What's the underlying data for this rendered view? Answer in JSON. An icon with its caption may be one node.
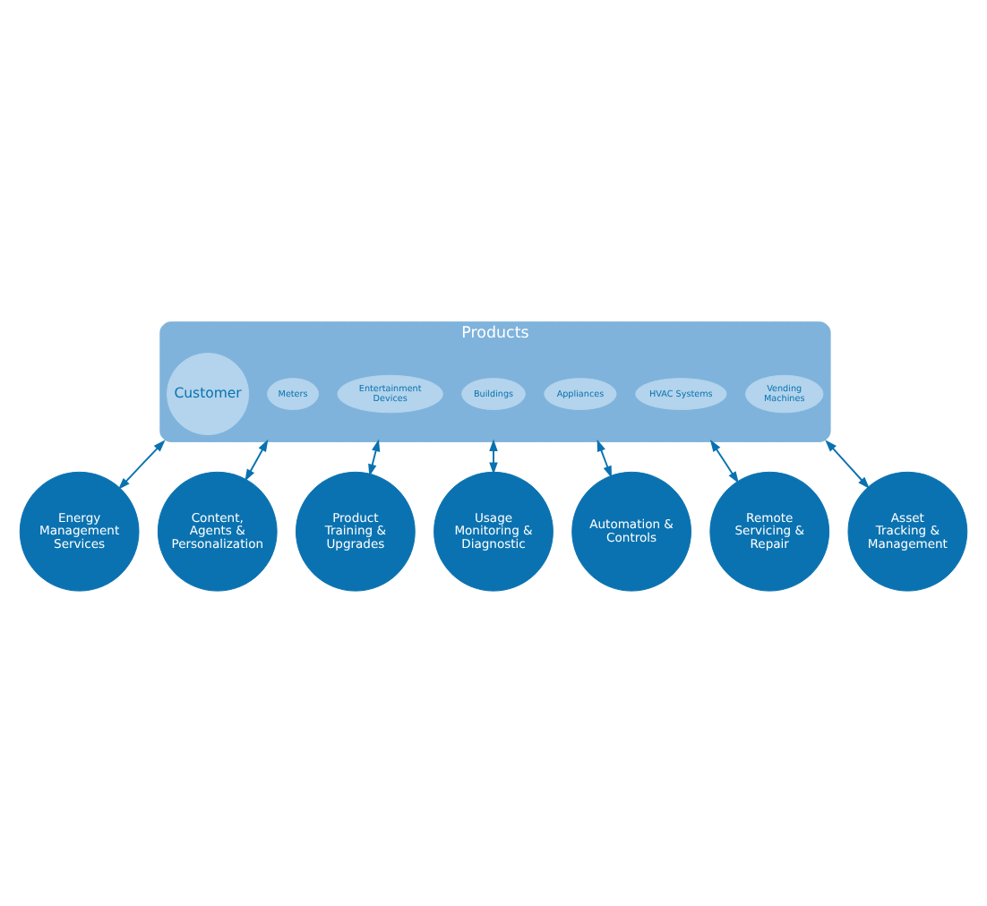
{
  "diagram": {
    "nodes": [
      {
        "text": [
          "Products"
        ]
      },
      {
        "text": [
          "Customer"
        ],
        "in": 0
      },
      {
        "text": [
          "Meters"
        ],
        "in": 0
      },
      {
        "text": [
          "Entertainment Devices"
        ],
        "in": 0
      },
      {
        "text": [
          "Buildings"
        ],
        "in": 0
      },
      {
        "text": [
          "Appliances"
        ],
        "in": 0
      },
      {
        "text": [
          "HVAC Systems"
        ],
        "in": 0
      },
      {
        "text": [
          "Vending Machines"
        ],
        "in": 0
      },
      {
        "text": [
          "Energy Management Services"
        ]
      },
      {
        "text": [
          "Content, Agents & Personalization"
        ]
      },
      {
        "text": [
          "Product Training & Upgrades"
        ]
      },
      {
        "text": [
          "Usage Monitoring & Diagnostic"
        ]
      },
      {
        "text": [
          "Automation & Controls"
        ]
      },
      {
        "text": [
          "Remote Servicing & Repair"
        ]
      },
      {
        "text": [
          "Asset Tracking & Management"
        ]
      }
    ],
    "edges": [
      {
        "from": 0,
        "to": 8,
        "arrow": "both"
      },
      {
        "from": 0,
        "to": 9,
        "arrow": "both"
      },
      {
        "from": 0,
        "to": 10,
        "arrow": "both"
      },
      {
        "from": 0,
        "to": 11,
        "arrow": "both"
      },
      {
        "from": 0,
        "to": 12,
        "arrow": "both"
      },
      {
        "from": 0,
        "to": 13,
        "arrow": "both"
      },
      {
        "from": 0,
        "to": 14,
        "arrow": "both"
      }
    ]
  }
}
